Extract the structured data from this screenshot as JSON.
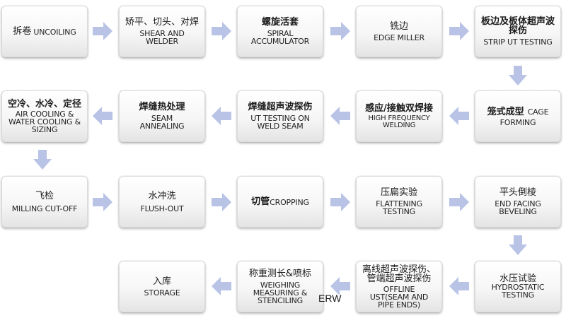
{
  "arrow_color": "#b8c3e6",
  "steps": [
    {
      "zh": "拆卷",
      "en": "UNCOILING"
    },
    {
      "zh": "矫平、切头、对焊",
      "en": "SHEAR AND WELDER"
    },
    {
      "zh": "螺旋活套",
      "en": "SPIRAL ACCUMULATOR"
    },
    {
      "zh": "铣边",
      "en": "EDGE MILLER"
    },
    {
      "zh": "板边及板体超声波探伤",
      "en": "STRIP UT TESTING"
    },
    {
      "zh": "空冷、水冷、定径",
      "en": "AIR COOLING & WATER COOLING & SIZING"
    },
    {
      "zh": "焊缝热处理",
      "en": "SEAM ANNEALING"
    },
    {
      "zh": "焊缝超声波探伤",
      "en": "UT TESTING ON WELD SEAM"
    },
    {
      "zh": "感应/接触双焊接",
      "en": "HIGH FREQUENCY WELDING"
    },
    {
      "zh": "笼式成型",
      "en": "CAGE FORMING"
    },
    {
      "zh": "飞检",
      "en": "MILLING CUT-OFF"
    },
    {
      "zh": "水冲洗",
      "en": "FLUSH-OUT"
    },
    {
      "zh": "切管",
      "en": "CROPPING"
    },
    {
      "zh": "压扁实验",
      "en": "FLATTENING TESTING"
    },
    {
      "zh": "平头倒棱",
      "en": "END FACING BEVELING"
    },
    {
      "zh": "入库",
      "en": "STORAGE"
    },
    {
      "zh": "称重测长&喷标",
      "en": "WEIGHING MEASURING & STENCILING"
    },
    {
      "zh": "离线超声波探伤、管端超声波探伤",
      "en": "OFFLINE UST(SEAM AND PIPE ENDS)"
    },
    {
      "zh": "水压试验",
      "en": "HYDROSTATIC TESTING"
    }
  ],
  "erw_label": "ERW"
}
